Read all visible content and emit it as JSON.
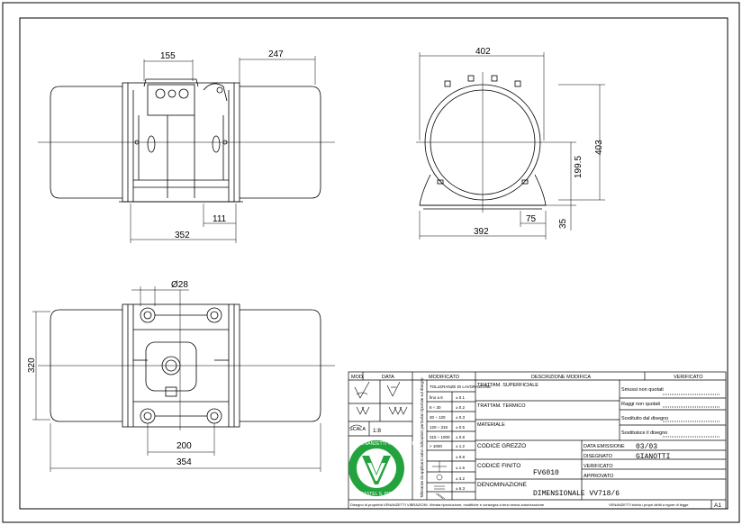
{
  "views": {
    "side": {
      "dim_top_left": "155",
      "dim_top_right": "247",
      "dim_bottom_inner": "111",
      "dim_bottom_overall": "352"
    },
    "front": {
      "dim_width_top": "402",
      "dim_height": "403",
      "dim_axis_height": "199.5",
      "dim_foot_height": "35",
      "dim_foot_width": "75",
      "dim_base_width": "392"
    },
    "plan": {
      "dim_hole": "Ø28",
      "dim_depth": "320",
      "dim_hole_spacing": "200",
      "dim_overall": "354"
    }
  },
  "title_block": {
    "rev_headers": {
      "mod": "MOD.",
      "data": "DATA",
      "modificato": "MODIFICATO",
      "descrizione": "DESCRIZIONE MODIFICA",
      "verificato": "VERIFICATO"
    },
    "tolleranze_header": "TOLLERANZE DI LAVORAZIONE",
    "tolleranze_rows": [
      {
        "range": "fino a 6",
        "value": "± 0.1"
      },
      {
        "range": "6 ÷ 30",
        "value": "± 0.2"
      },
      {
        "range": "30 ÷ 120",
        "value": "± 0.3"
      },
      {
        "range": "120 ÷ 315",
        "value": "± 0.5"
      },
      {
        "range": "315 ÷ 1000",
        "value": "± 0.8"
      },
      {
        "range": "> 1000",
        "value": "± 1.2"
      }
    ],
    "rugosita_rows": [
      "± 0.8",
      "± 1.6",
      "± 3.2",
      "± 6.3"
    ],
    "scala_label": "SCALA",
    "scala_value": "1:8",
    "vertical_note": "Tolleranze da applicarsi salvo indicazioni particolari riportate sul disegno",
    "logo_text_upper": "VENANZETTI VIBRAZIONI",
    "logo_text_lower": "CASTEL S. PIETRO",
    "fields": {
      "trattamento_sup": "TRATTAM. SUPERFICIALE",
      "trattamento_term": "TRATTAM. TERMICO",
      "materiale": "MATERIALE",
      "codice_grezzo": "CODICE GREZZO",
      "codice_finito": "CODICE FINITO",
      "codice_finito_value": "FV6010",
      "denominazione": "DENOMINAZIONE",
      "denominazione_value": "DIMENSIONALE   VV718/6",
      "data_emissione": "DATA EMISSIONE",
      "data_emissione_value": "03/03",
      "disegnato": "DISEGNATO",
      "disegnato_value": "GIANOTTI",
      "verificato": "VERIFICATO",
      "approvato": "APPROVATO"
    },
    "right_notes": [
      "Smussi non quotati",
      "Raggi non quotati",
      "Sostituito dal disegno",
      "Sostituisce il disegno"
    ],
    "footer_left": "Disegno di proprietà VENANZETTI VIBRAZIONI. Vietata riproduzione, modifiche e consegna a terzi senza autorizzazione",
    "footer_right": "VENANZETTI tutela i propri diritti a rigore di legge",
    "sheet_size": "A1"
  }
}
